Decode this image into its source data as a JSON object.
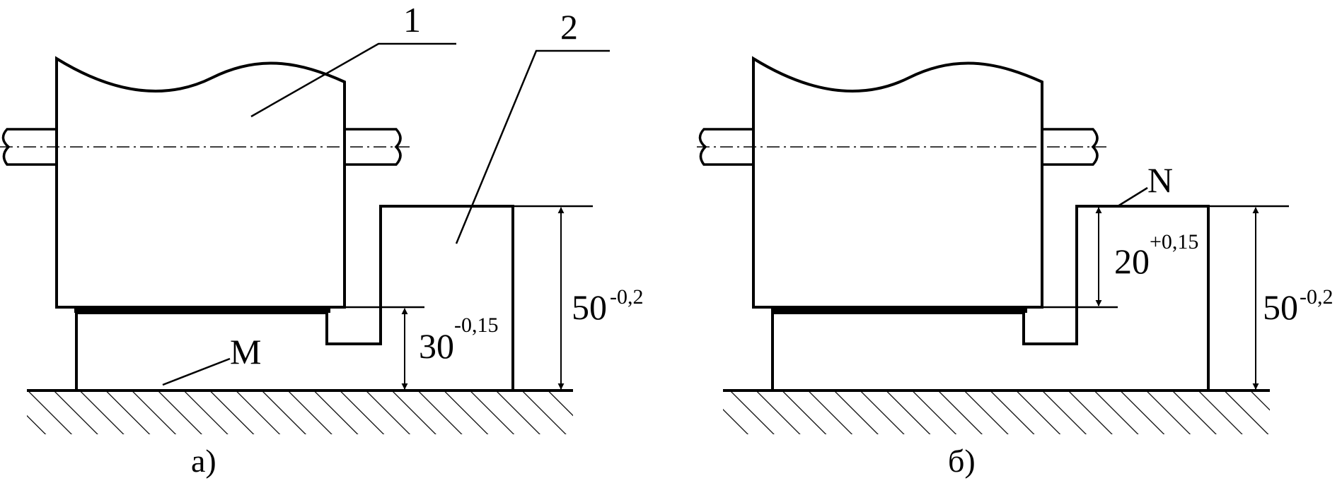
{
  "views": [
    {
      "caption": "а)",
      "leader_1": "1",
      "leader_2": "2",
      "surface_label": "M",
      "dim_total": {
        "base": "50",
        "tol": "-0,2"
      },
      "dim_inner": {
        "base": "30",
        "tol": "-0,15"
      }
    },
    {
      "caption": "б)",
      "surface_label": "N",
      "dim_total": {
        "base": "50",
        "tol": "-0,2"
      },
      "dim_inner": {
        "base": "20",
        "tol": "+0,15"
      }
    }
  ]
}
